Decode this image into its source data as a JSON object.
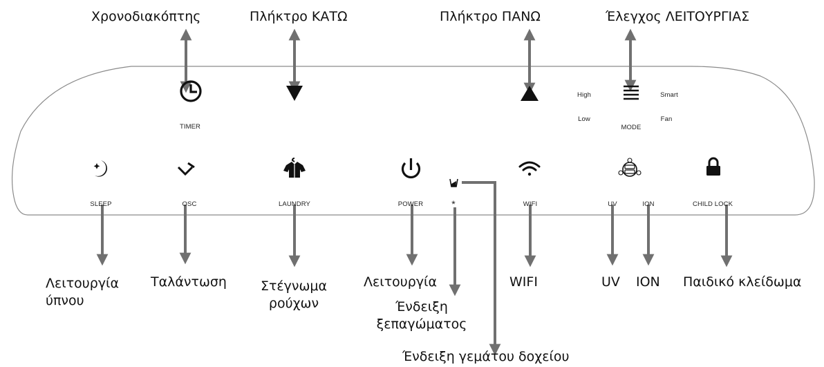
{
  "callouts": {
    "timer": "Χρονοδιακόπτης",
    "down_key": "Πλήκτρο ΚΑΤΩ",
    "up_key": "Πλήκτρο ΠΑΝΩ",
    "mode_control": "Έλεγχος ΛΕΙΤΟΥΡΓΙΑΣ",
    "sleep": "Λειτουργία\nύπνου",
    "osc": "Ταλάντωση",
    "laundry": "Στέγνωμα\nρούχων",
    "power": "Λειτουργία",
    "defrost": "Ένδειξη\nξεπαγώματος",
    "wifi": "WIFI",
    "uv": "UV",
    "ion": "ION",
    "child_lock": "Παιδικό κλείδωμα",
    "tank_full": "Ένδειξη γεμάτου δοχείου"
  },
  "panel_labels": {
    "timer": "TIMER",
    "mode": "MODE",
    "high": "High",
    "low": "Low",
    "smart": "Smart",
    "fan": "Fan",
    "sleep": "SLEEP",
    "osc": "OSC",
    "laundry": "LAUNDRY",
    "power": "POWER",
    "defrost_symbol": "*",
    "wifi": "WIFI",
    "uv": "UV",
    "ion": "ION",
    "child_lock": "CHILD LOCK"
  },
  "icons": {
    "timer": "clock-icon",
    "down": "triangle-down-icon",
    "up": "triangle-up-icon",
    "mode": "mode-bars-icon",
    "sleep": "moon-star-icon",
    "osc": "oscillation-chevron-icon",
    "laundry": "shirt-hanger-icon",
    "power": "power-icon",
    "tank": "water-tank-icon",
    "wifi": "wifi-icon",
    "uv_ion": "uv-ion-icon",
    "lock": "padlock-icon"
  },
  "colors": {
    "arrow": "#707070",
    "panel_outline": "#8a8a8a",
    "icon": "#111111"
  }
}
